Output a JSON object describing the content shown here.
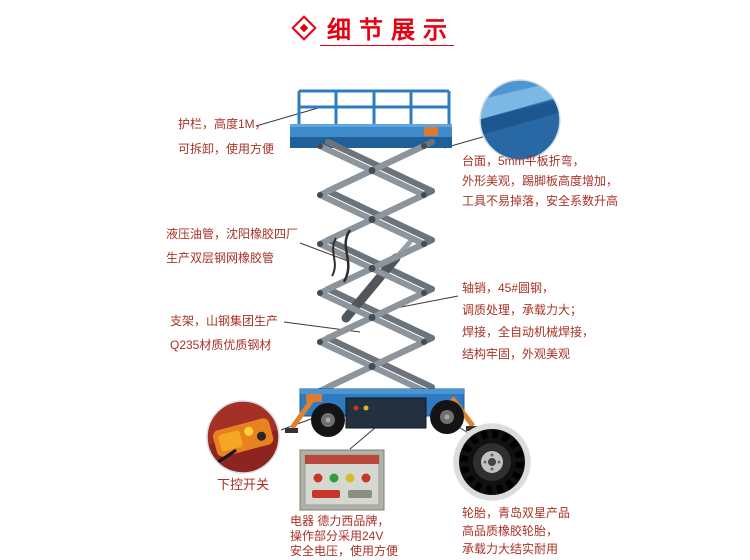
{
  "header": {
    "title": "细节展示"
  },
  "callouts": {
    "guardrail": "护栏，高度1M，\n可拆卸，使用方便",
    "platform": "台面，5mm平板折弯，\n外形美观，踢脚板高度增加，\n工具不易掉落，安全系数升高",
    "hydraulic_hose": "液压油管，沈阳橡胶四厂\n生产双层钢网橡胶管",
    "support_frame": "支架，山钢集团生产\nQ235材质优质钢材",
    "axle_pin": "轴销，45#圆钢，\n调质处理，承载力大；\n焊接，全自动机械焊接，\n结构牢固，外观美观",
    "lower_control_switch": "下控开关",
    "electrical": "电器 德力西品牌，\n操作部分采用24V\n安全电压，使用方便",
    "tire": "轮胎，青岛双星产品\n高品质橡胶轮胎，\n承载力大结实耐用"
  },
  "colors": {
    "accent_red": "#e60012",
    "callout_text": "#a93226",
    "machine_blue": "#2d7cc2",
    "arm_gray": "#8d959c",
    "outrigger_orange": "#e0822c"
  },
  "photos": [
    {
      "name": "platform-detail-photo",
      "shape": "circle"
    },
    {
      "name": "remote-control-photo",
      "shape": "circle"
    },
    {
      "name": "electrical-box-photo",
      "shape": "square"
    },
    {
      "name": "tire-photo",
      "shape": "circle"
    }
  ]
}
